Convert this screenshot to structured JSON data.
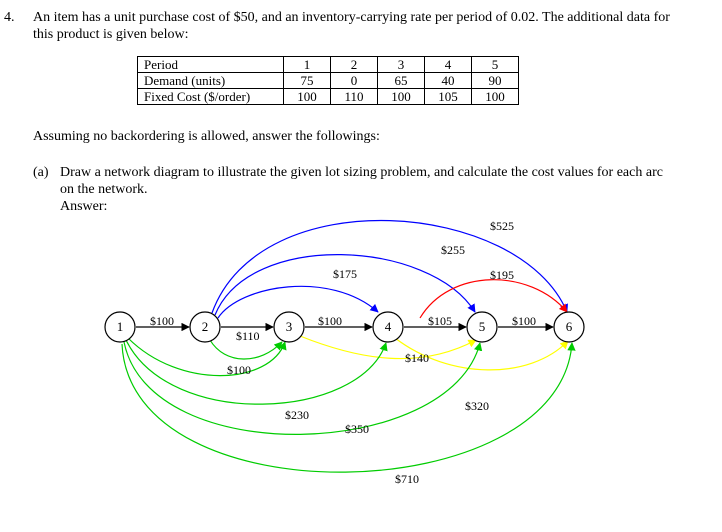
{
  "problem": {
    "number": "4.",
    "text_line1": "An item has a unit purchase cost of $50, and an inventory-carrying rate per period of 0.02. The additional data for",
    "text_line2": "this product is given below:"
  },
  "table": {
    "header": [
      "Period",
      "1",
      "2",
      "3",
      "4",
      "5"
    ],
    "rows": [
      [
        "Demand (units)",
        "75",
        "0",
        "65",
        "40",
        "90"
      ],
      [
        "Fixed Cost ($/order)",
        "100",
        "110",
        "100",
        "105",
        "100"
      ]
    ]
  },
  "assumption": "Assuming no backordering is allowed, answer the followings:",
  "part_a": {
    "label": "(a)",
    "line1": "Draw a network diagram to illustrate the given lot sizing problem, and calculate the cost values for each arc",
    "line2": "on the network.",
    "answer_label": "Answer:"
  },
  "network": {
    "nodes": [
      "1",
      "2",
      "3",
      "4",
      "5",
      "6"
    ],
    "colors": {
      "black": "#000000",
      "green": "#00cc00",
      "blue": "#0000ff",
      "yellow": "#ffff00",
      "red": "#ff0000"
    },
    "arc_labels": {
      "a12": "$100",
      "a23": "$110",
      "a34": "$100",
      "a45": "$105",
      "a56": "$100",
      "a24": "$175",
      "a25": "$255",
      "a26": "$525",
      "a36": "$195",
      "a13": "$100",
      "a14": "$230",
      "a15": "$350",
      "a16": "$710",
      "a35": "$140",
      "a46": "$320"
    }
  }
}
